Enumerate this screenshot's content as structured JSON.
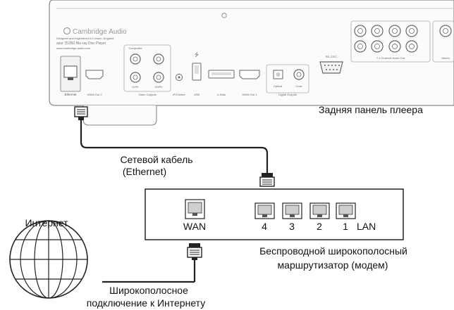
{
  "player": {
    "brand": "Cambridge Audio",
    "tagline": "Designed and engineered in London, England",
    "model": "azur 751BD Blu-ray Disc Player",
    "website": "www.cambridge-audio.com",
    "ports": {
      "ethernet": "Ethernet",
      "hdmi_out_2": "HDMI Out 2",
      "composite": "Composite",
      "cr_pr": "Cr/Pr",
      "cb_pb": "Cb/Pb",
      "video_outputs": "Video Outputs",
      "ir_emitter": "IR Emitter",
      "usb": "USB",
      "esata": "e-Sata",
      "hdmi_out_1": "HDMI Out 1",
      "optical": "Optical",
      "coax": "Coax",
      "digital_outputs": "Digital Outputs",
      "rs232": "RS-232C",
      "audio_out": "7.1 Channel Audio Out",
      "stereo": "Stereo"
    }
  },
  "labels": {
    "rear_panel": "Задняя панель плеера",
    "cable_line1": "Сетевой кабель",
    "cable_line2": "(Ethernet)",
    "internet": "Интернет",
    "router_line1": "Беспроводной широкополосный",
    "router_line2": "маршрутизатор (модем)",
    "broadband_line1": "Широкополосное",
    "broadband_line2": "подключение к Интернету"
  },
  "router": {
    "wan_label": "WAN",
    "lan_label": "LAN",
    "lan_ports": [
      "4",
      "3",
      "2",
      "1"
    ]
  },
  "colors": {
    "line": "#222222",
    "panel_stroke": "#888888",
    "panel_fill": "#fbfbfb"
  }
}
